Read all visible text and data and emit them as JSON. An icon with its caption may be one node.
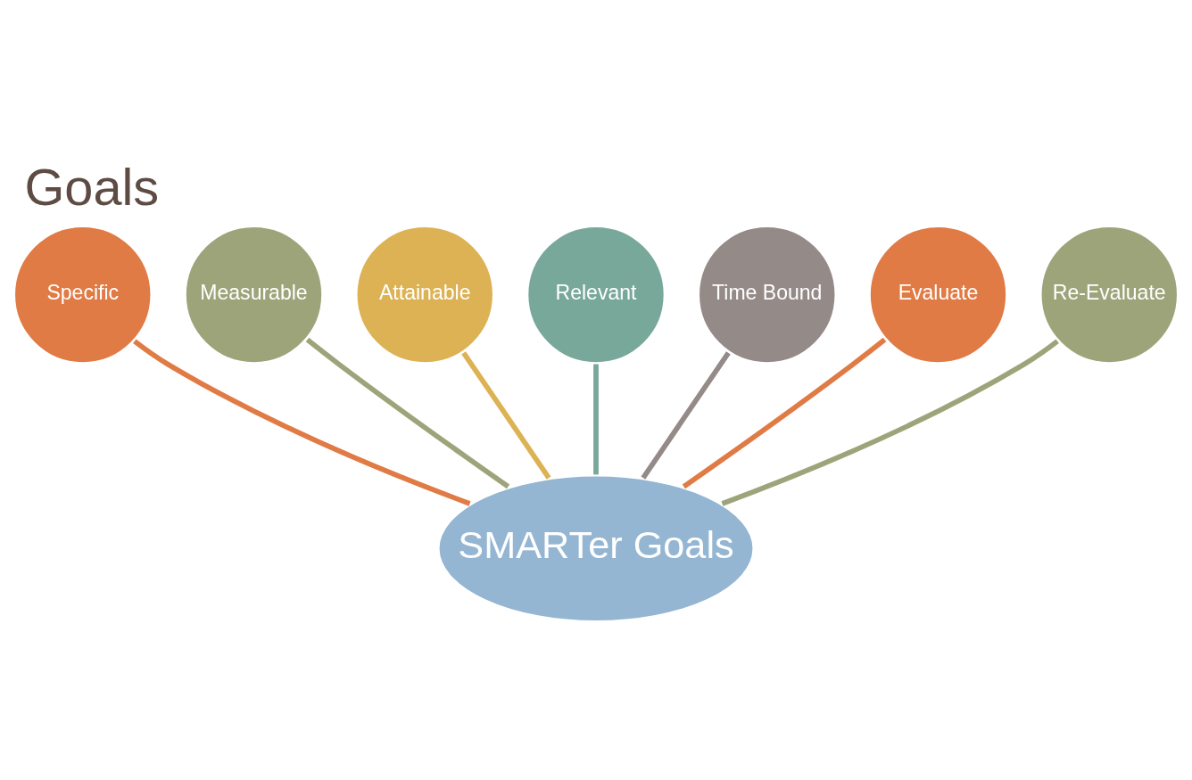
{
  "diagram": {
    "title": "Goals",
    "nodes": [
      {
        "text": [
          "SMARTer Goals"
        ]
      },
      {
        "text": [
          "Specific"
        ]
      },
      {
        "text": [
          "Measurable"
        ]
      },
      {
        "text": [
          "Attainable"
        ]
      },
      {
        "text": [
          "Relevant"
        ]
      },
      {
        "text": [
          "Time Bound"
        ]
      },
      {
        "text": [
          "Evaluate"
        ]
      },
      {
        "text": [
          "Re-Evaluate"
        ]
      }
    ],
    "edges": [
      {
        "from": 0,
        "to": 1,
        "arrow": "none",
        "color": "#e07b45"
      },
      {
        "from": 0,
        "to": 2,
        "arrow": "none",
        "color": "#9ea47a"
      },
      {
        "from": 0,
        "to": 3,
        "arrow": "none",
        "color": "#dcb254"
      },
      {
        "from": 0,
        "to": 4,
        "arrow": "none",
        "color": "#78a89a"
      },
      {
        "from": 0,
        "to": 5,
        "arrow": "none",
        "color": "#948a88"
      },
      {
        "from": 0,
        "to": 6,
        "arrow": "none",
        "color": "#e07b45"
      },
      {
        "from": 0,
        "to": 7,
        "arrow": "none",
        "color": "#9ea47a"
      }
    ]
  }
}
